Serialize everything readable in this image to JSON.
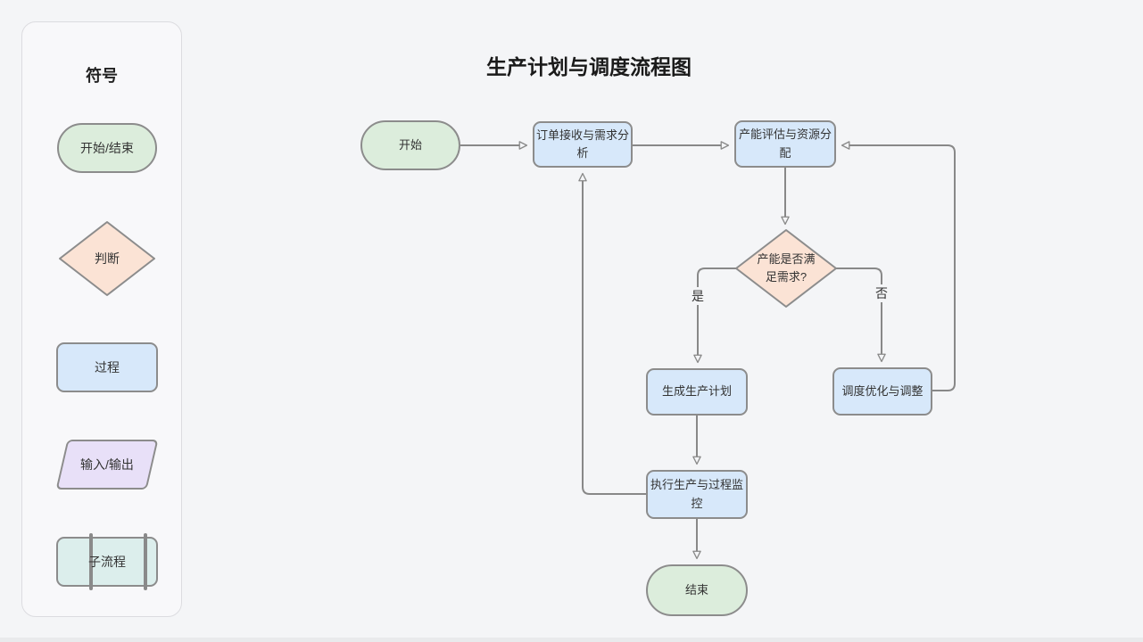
{
  "legend": {
    "title": "符号",
    "items": [
      {
        "label": "开始/结束",
        "shape": "stadium",
        "fill": "#dceddc"
      },
      {
        "label": "判断",
        "shape": "diamond",
        "fill": "#fbe3d5"
      },
      {
        "label": "过程",
        "shape": "rectangle",
        "fill": "#d7e8fa"
      },
      {
        "label": "输入/输出",
        "shape": "parallelogram",
        "fill": "#e8e0f8"
      },
      {
        "label": "子流程",
        "shape": "subroutine",
        "fill": "#dceeec"
      }
    ]
  },
  "diagram": {
    "title": "生产计划与调度流程图",
    "nodes": [
      {
        "id": "start",
        "label": "开始",
        "type": "terminator"
      },
      {
        "id": "order",
        "label": "订单接收与需求分析",
        "type": "process"
      },
      {
        "id": "capacity",
        "label": "产能评估与资源分配",
        "type": "process"
      },
      {
        "id": "decision",
        "label": "产能是否满足需求?",
        "type": "decision"
      },
      {
        "id": "plan",
        "label": "生成生产计划",
        "type": "process"
      },
      {
        "id": "optimize",
        "label": "调度优化与调整",
        "type": "process"
      },
      {
        "id": "execute",
        "label": "执行生产与过程监控",
        "type": "process"
      },
      {
        "id": "end",
        "label": "结束",
        "type": "terminator"
      }
    ],
    "edges": [
      {
        "from": "start",
        "to": "order",
        "label": ""
      },
      {
        "from": "order",
        "to": "capacity",
        "label": ""
      },
      {
        "from": "capacity",
        "to": "decision",
        "label": ""
      },
      {
        "from": "decision",
        "to": "plan",
        "label": "是"
      },
      {
        "from": "decision",
        "to": "optimize",
        "label": "否"
      },
      {
        "from": "optimize",
        "to": "capacity",
        "label": ""
      },
      {
        "from": "plan",
        "to": "execute",
        "label": ""
      },
      {
        "from": "execute",
        "to": "order",
        "label": ""
      },
      {
        "from": "execute",
        "to": "end",
        "label": ""
      }
    ],
    "palette": {
      "terminator_fill": "#dceddc",
      "process_fill": "#d7e8fa",
      "decision_fill": "#fbe3d5",
      "io_fill": "#e8e0f8",
      "subroutine_fill": "#dceeec",
      "border": "#8c8c8c",
      "edge": "#888888",
      "background": "#f4f5f7"
    }
  }
}
